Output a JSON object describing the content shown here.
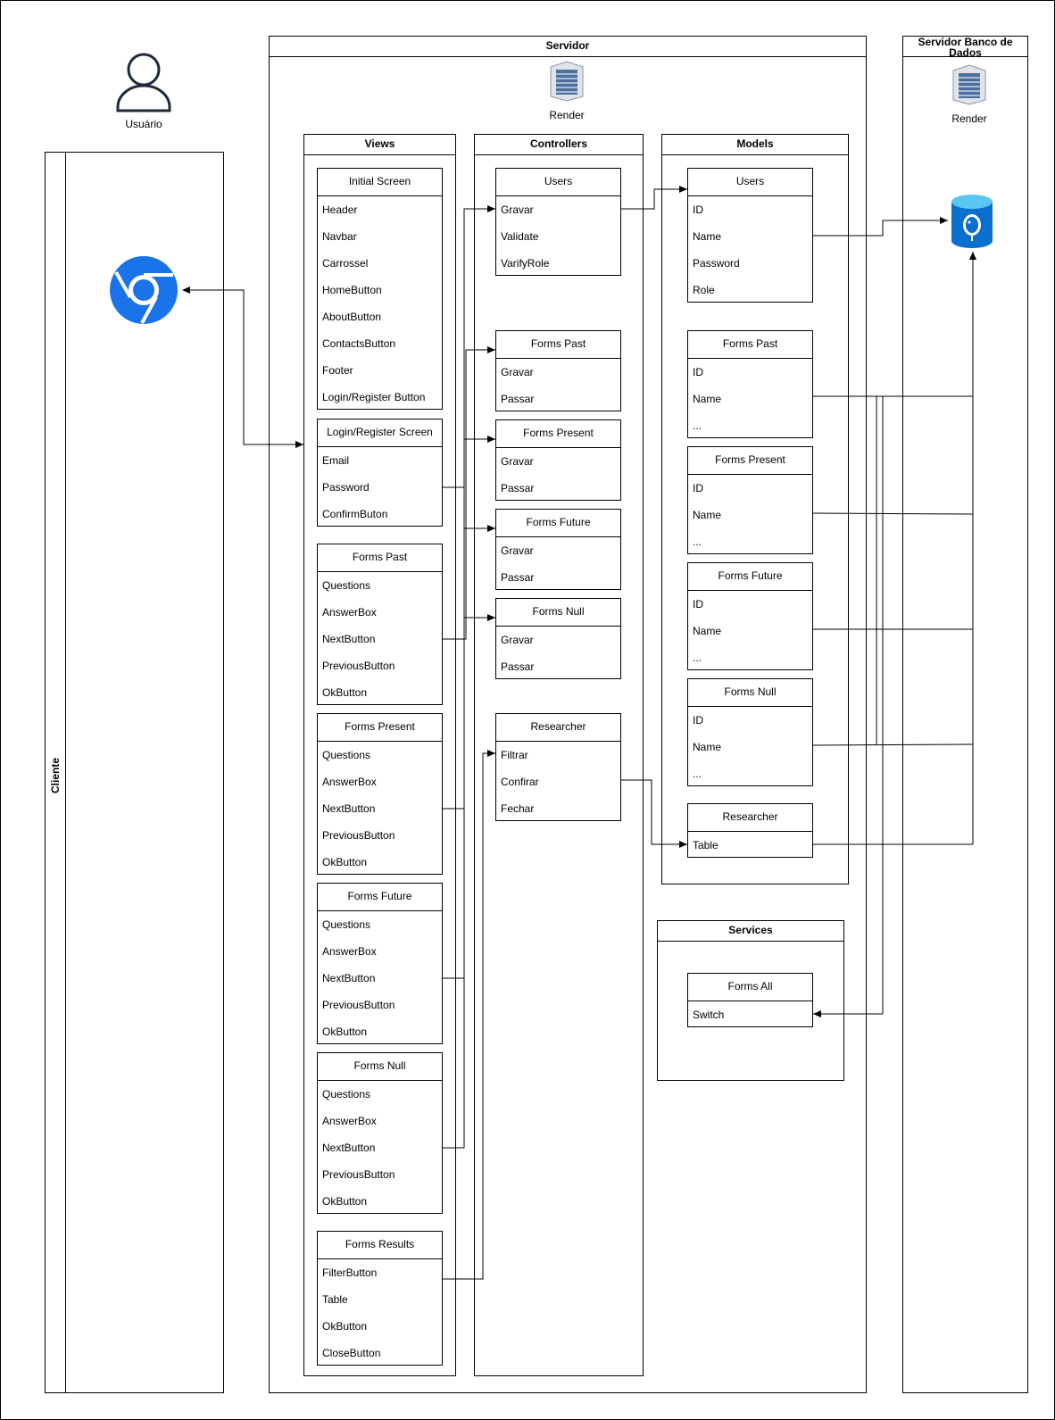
{
  "client": {
    "user_label": "Usuário",
    "lane_title": "Cliente"
  },
  "server": {
    "title": "Servidor",
    "host_label": "Render"
  },
  "db_server": {
    "title": "Servidor Banco de Dados",
    "host_label": "Render"
  },
  "views": {
    "title": "Views",
    "classes": [
      {
        "title": "Initial Screen",
        "items": [
          "Header",
          "Navbar",
          "Carrossel",
          "HomeButton",
          "AboutButton",
          "ContactsButton",
          "Footer",
          "Login/Register Button"
        ]
      },
      {
        "title": "Login/Register Screen",
        "items": [
          "Email",
          "Password",
          "ConfirmButon"
        ]
      },
      {
        "title": "Forms Past",
        "items": [
          "Questions",
          "AnswerBox",
          "NextButton",
          "PreviousButton",
          "OkButton"
        ]
      },
      {
        "title": "Forms Present",
        "items": [
          "Questions",
          "AnswerBox",
          "NextButton",
          "PreviousButton",
          "OkButton"
        ]
      },
      {
        "title": "Forms Future",
        "items": [
          "Questions",
          "AnswerBox",
          "NextButton",
          "PreviousButton",
          "OkButton"
        ]
      },
      {
        "title": "Forms Null",
        "items": [
          "Questions",
          "AnswerBox",
          "NextButton",
          "PreviousButton",
          "OkButton"
        ]
      },
      {
        "title": "Forms Results",
        "items": [
          "FilterButton",
          "Table",
          "OkButton",
          "CloseButton"
        ]
      }
    ]
  },
  "controllers": {
    "title": "Controllers",
    "classes": [
      {
        "title": "Users",
        "items": [
          "Gravar",
          "Validate",
          "VarifyRole"
        ]
      },
      {
        "title": "Forms Past",
        "items": [
          "Gravar",
          "Passar"
        ]
      },
      {
        "title": "Forms Present",
        "items": [
          "Gravar",
          "Passar"
        ]
      },
      {
        "title": "Forms Future",
        "items": [
          "Gravar",
          "Passar"
        ]
      },
      {
        "title": "Forms Null",
        "items": [
          "Gravar",
          "Passar"
        ]
      },
      {
        "title": "Researcher",
        "items": [
          "Filtrar",
          "Confirar",
          "Fechar"
        ]
      }
    ]
  },
  "models": {
    "title": "Models",
    "classes": [
      {
        "title": "Users",
        "items": [
          "ID",
          "Name",
          "Password",
          "Role"
        ]
      },
      {
        "title": "Forms Past",
        "items": [
          "ID",
          "Name",
          "..."
        ]
      },
      {
        "title": "Forms Present",
        "items": [
          "ID",
          "Name",
          "..."
        ]
      },
      {
        "title": "Forms Future",
        "items": [
          "ID",
          "Name",
          "..."
        ]
      },
      {
        "title": "Forms Null",
        "items": [
          "ID",
          "Name",
          "..."
        ]
      },
      {
        "title": "Researcher",
        "items": [
          "Table"
        ]
      }
    ]
  },
  "services": {
    "title": "Services",
    "classes": [
      {
        "title": "Forms All",
        "items": [
          "Switch"
        ]
      }
    ]
  },
  "icons": {
    "user": "user-icon",
    "server": "server-rack-icon",
    "browser": "chrome-browser-icon",
    "database": "postgresql-database-icon"
  },
  "colors": {
    "browser_blue": "#1a73e8",
    "db_blue": "#0b6fd0",
    "db_top": "#59c7f0"
  }
}
